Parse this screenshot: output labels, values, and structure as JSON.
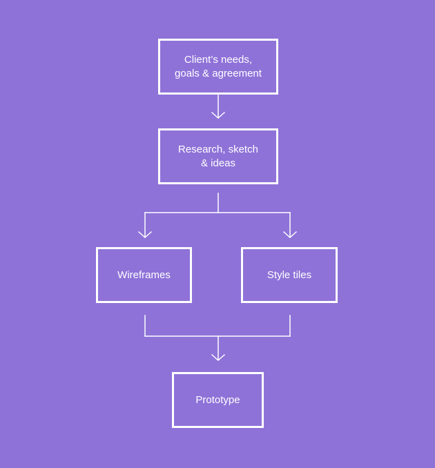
{
  "colors": {
    "background": "#8e72d8",
    "stroke": "#ffffff",
    "text": "#ffffff"
  },
  "diagram": {
    "nodes": {
      "client_needs": {
        "label": "Client’s needs,\ngoals & agreement"
      },
      "research": {
        "label": "Research, sketch\n& ideas"
      },
      "wireframes": {
        "label": "Wireframes"
      },
      "style_tiles": {
        "label": "Style tiles"
      },
      "prototype": {
        "label": "Prototype"
      }
    },
    "edges": [
      {
        "from": "client_needs",
        "to": "research"
      },
      {
        "from": "research",
        "to": "wireframes"
      },
      {
        "from": "research",
        "to": "style_tiles"
      },
      {
        "from": "wireframes",
        "to": "prototype"
      },
      {
        "from": "style_tiles",
        "to": "prototype"
      }
    ]
  }
}
